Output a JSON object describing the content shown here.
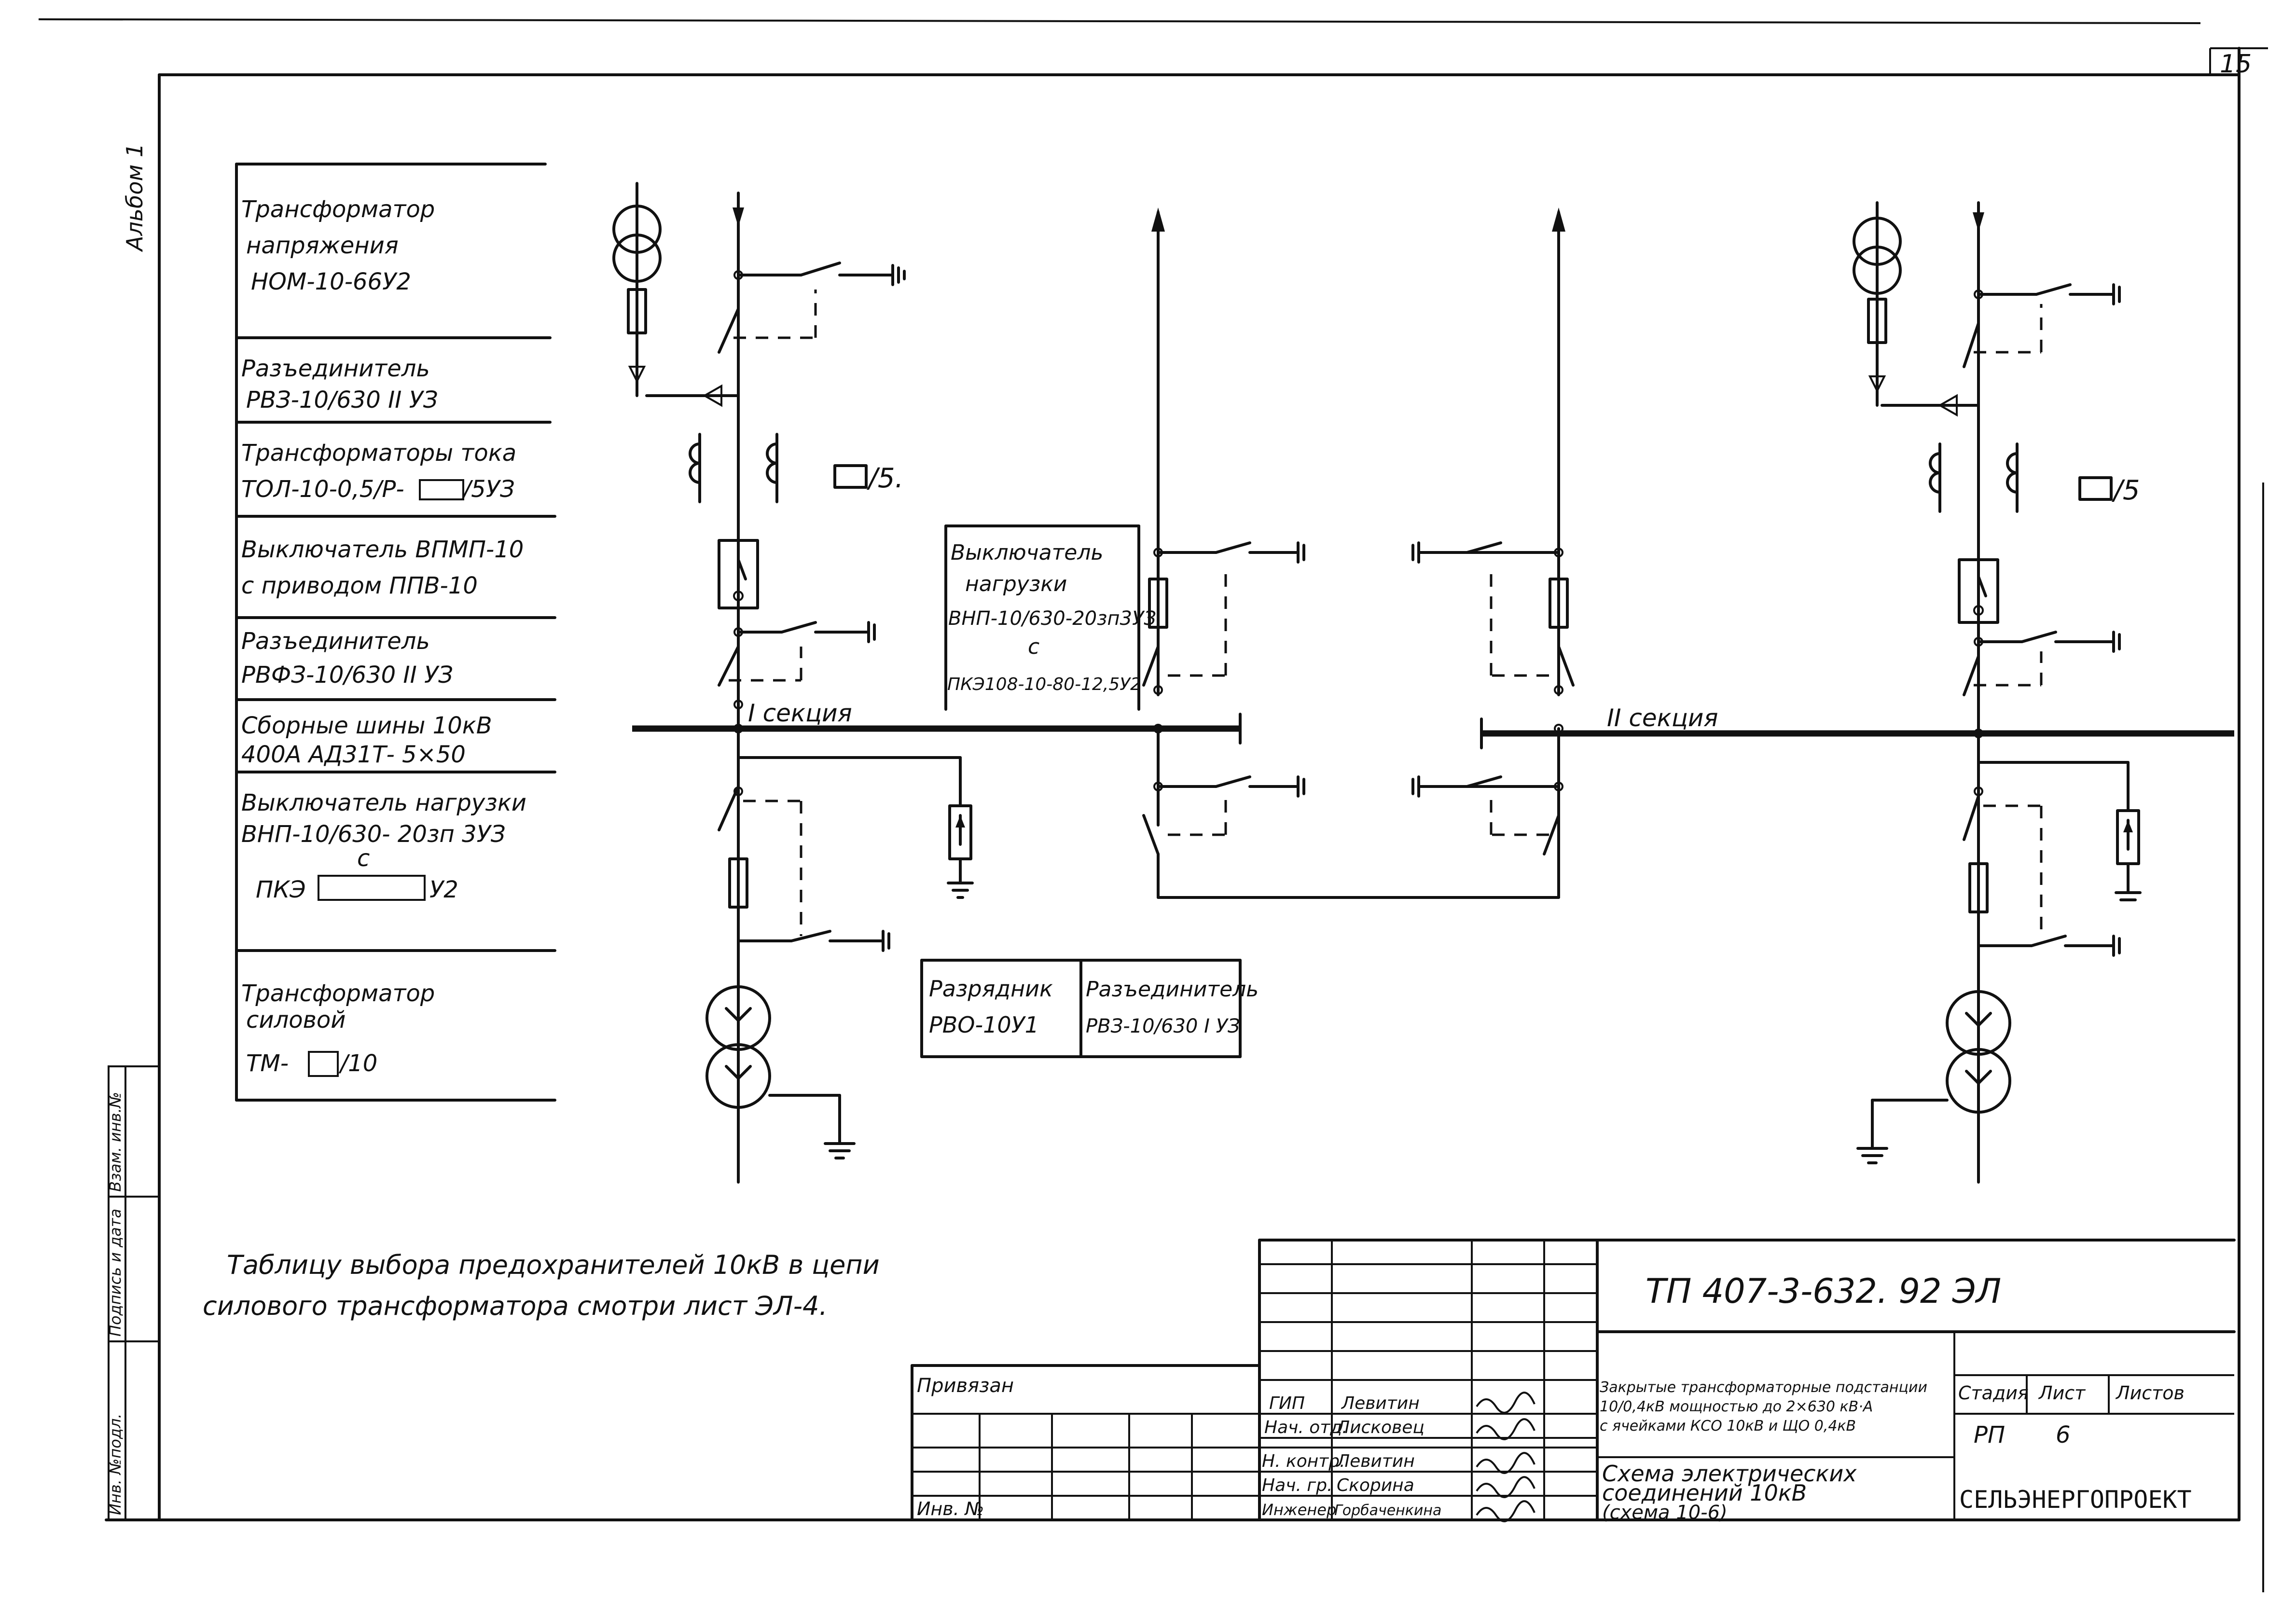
{
  "page_number": "15",
  "album_label": "Альбом 1",
  "side_stamp": {
    "inv_podl": "Инв. №подл.",
    "podpis_data": "Подпись и дата",
    "vzam_inv": "Взам. инв.№"
  },
  "legend": [
    {
      "line1": "Трансформатор",
      "line2": "напряжения",
      "line3": "НОМ-10-66У2"
    },
    {
      "line1": "Разъединитель",
      "line2": "РВЗ-10/630 II УЗ"
    },
    {
      "line1": "Трансформаторы тока",
      "line2": "ТОЛ-10-0,5/Р-",
      "line2b": "/5УЗ"
    },
    {
      "line1": "Выключатель  ВПМП-10",
      "line2": "с приводом  ППВ-10"
    },
    {
      "line1": "Разъединитель",
      "line2": "РВФЗ-10/630 II УЗ"
    },
    {
      "line1": "Сборные шины 10кВ",
      "line2": "400А  АД31Т- 5×50"
    },
    {
      "line1": "Выключатель  нагрузки",
      "line2": "ВНП-10/630- 20зп 3УЗ",
      "line3": "с",
      "line4a": "ПКЭ",
      "line4b": "У2"
    },
    {
      "line1": "Трансформатор",
      "line2": "силовой",
      "line3a": "ТМ-",
      "line3b": "/10"
    }
  ],
  "diagram": {
    "ct_ratio_left": "/5.",
    "ct_ratio_right": "/5",
    "section1": "I секция",
    "section2": "II секция",
    "load_switch_box": {
      "line1": "Выключатель",
      "line2": "нагрузки",
      "line3": "ВНП-10/630-20зп3УЗ",
      "line4": "с",
      "line5": "ПКЭ108-10-80-12,5У2"
    },
    "arrester_table": {
      "col1_head": "Разрядник",
      "col1_val": "РВО-10У1",
      "col2_head": "Разъединитель",
      "col2_val": "РВЗ-10/630 I УЗ"
    }
  },
  "note": {
    "line1": "Таблицу выбора  предохранителей  10кВ  в  цепи",
    "line2": "силового  трансформатора   смотри   лист  ЭЛ-4."
  },
  "title_block": {
    "doc_code": "ТП 407-3-632. 92  ЭЛ",
    "privyazan": "Привязан",
    "inv_no": "Инв. №",
    "roles": [
      {
        "role": "ГИП",
        "name": "Левитин"
      },
      {
        "role": "Нач. отд.",
        "name": "Лисковец"
      },
      {
        "role": "Н. контр.",
        "name": "Левитин"
      },
      {
        "role": "Нач. гр.",
        "name": "Скорина"
      },
      {
        "role": "Инженер",
        "name": "Горбаченкина"
      }
    ],
    "project_desc": {
      "line1": "Закрытые трансформаторные подстанции",
      "line2": "10/0,4кВ мощностью до 2×630 кВ·А",
      "line3": "с ячейками КСО 10кВ и ЩО 0,4кВ"
    },
    "stage_head": "Стадия",
    "sheet_head": "Лист",
    "sheets_head": "Листов",
    "stage_val": "РП",
    "sheet_val": "6",
    "sheet_title": {
      "line1": "Схема электрических",
      "line2": "соединений 10кВ",
      "line3": "(схема 10-6)"
    },
    "org": "СЕЛЬЭНЕРГОПРОЕКТ"
  }
}
